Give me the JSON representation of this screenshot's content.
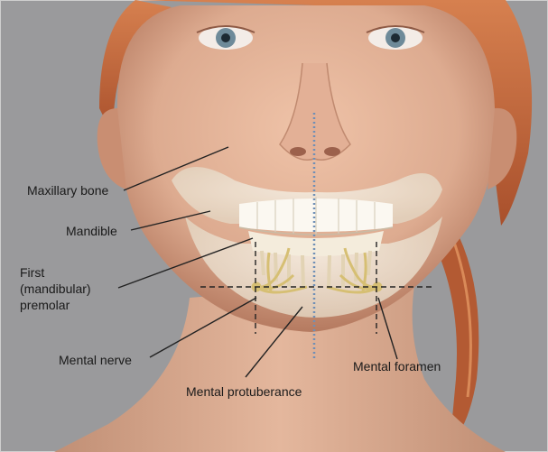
{
  "figure": {
    "background_color": "#9a9a9c",
    "skin_color": "#ddab90",
    "hair_color": "#c4683f",
    "bone_color": "#f3ecdf",
    "nerve_color": "#d6bf73",
    "midline_color": "#6f8fb6",
    "guide_color": "#222222",
    "leader_color": "#222222"
  },
  "labels": {
    "maxillary_bone": "Maxillary bone",
    "mandible": "Mandible",
    "premolar_line1": "First",
    "premolar_line2": "(mandibular)",
    "premolar_line3": "premolar",
    "mental_nerve": "Mental nerve",
    "mental_protuberance": "Mental protuberance",
    "mental_foramen": "Mental foramen"
  }
}
